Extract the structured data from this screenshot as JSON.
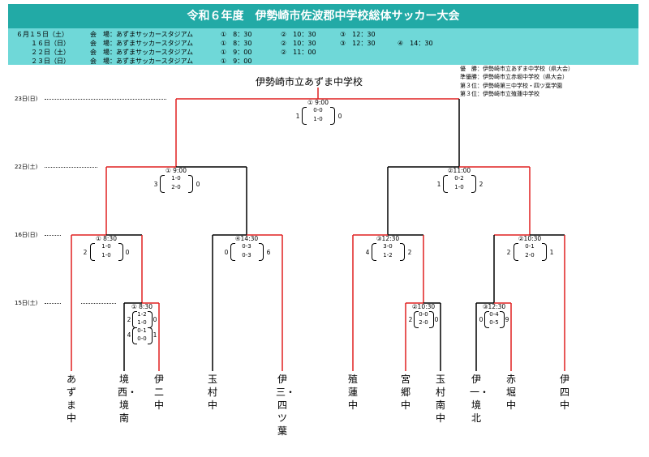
{
  "title": "令和６年度　伊勢崎市佐波郡中学校総体サッカー大会",
  "schedule": [
    {
      "date": "６月１５日（土）",
      "venue": "会　場：あずまサッカースタジアム",
      "times": [
        "①　8：30",
        "②　10：30",
        "③　12：30",
        ""
      ]
    },
    {
      "date": "１６日（日）",
      "venue": "会　場：あずまサッカースタジアム",
      "times": [
        "①　8：30",
        "②　10：30",
        "③　12：30",
        "④　14：30"
      ]
    },
    {
      "date": "２２日（土）",
      "venue": "会　場：あずまサッカースタジアム",
      "times": [
        "①　9：00",
        "②　11：00",
        "",
        ""
      ]
    },
    {
      "date": "２３日（日）",
      "venue": "会　場：あずまサッカースタジアム",
      "times": [
        "①　9：00",
        "",
        "",
        ""
      ]
    }
  ],
  "results": [
    "優　勝：伊勢崎市立あずま中学校（県大会）",
    "準優勝：伊勢崎市立赤堀中学校（県大会）",
    "第３位：伊勢崎第三中学校・四ツ葉学園",
    "第３位：伊勢崎市立殖蓮中学校"
  ],
  "rounds": {
    "r23": "23日(日)",
    "r22": "22日(土)",
    "r16": "16日(日)",
    "r15": "15日(土)"
  },
  "champion": "伊勢崎市立あずま中学校",
  "teams": [
    {
      "name": "あずま中",
      "color": "red"
    },
    {
      "name": "境西・境南",
      "color": "black"
    },
    {
      "name": "伊二中",
      "color": "red"
    },
    {
      "name": "玉村中",
      "color": "black"
    },
    {
      "name": "伊三・四ツ葉",
      "color": "red"
    },
    {
      "name": "殖蓮中",
      "color": "red"
    },
    {
      "name": "宮郷中",
      "color": "red"
    },
    {
      "name": "玉村南中",
      "color": "black"
    },
    {
      "name": "伊一・境北",
      "color": "black"
    },
    {
      "name": "赤堀中",
      "color": "red"
    },
    {
      "name": "伊四中",
      "color": "red"
    }
  ],
  "matches": [
    {
      "id": "final",
      "label": "① 9:00",
      "left_total": "1",
      "right_total": "0",
      "scores": [
        "0-0",
        "1-0"
      ]
    },
    {
      "id": "semi-left",
      "label": "① 9:00",
      "left_total": "3",
      "right_total": "0",
      "scores": [
        "1-0",
        "2-0"
      ]
    },
    {
      "id": "semi-right",
      "label": "②11:00",
      "left_total": "1",
      "right_total": "2",
      "scores": [
        "0-2",
        "1-0"
      ]
    },
    {
      "id": "qf1",
      "label": "① 8:30",
      "left_total": "2",
      "right_total": "0",
      "scores": [
        "1-0",
        "1-0"
      ]
    },
    {
      "id": "qf2",
      "label": "④14:30",
      "left_total": "0",
      "right_total": "6",
      "scores": [
        "0-3",
        "0-3"
      ]
    },
    {
      "id": "qf3",
      "label": "③12:30",
      "left_total": "4",
      "right_total": "2",
      "scores": [
        "3-0",
        "1-2"
      ]
    },
    {
      "id": "qf4",
      "label": "②10:30",
      "left_total": "2",
      "right_total": "1",
      "scores": [
        "0-1",
        "2-0"
      ]
    },
    {
      "id": "r1a",
      "label": "① 8:30",
      "left_total": "2",
      "right_total": "0",
      "scores": [
        "1-2",
        "1-0"
      ],
      "pk_left": "4",
      "pk_right": "1",
      "pk": [
        "0-1",
        "0-0"
      ]
    },
    {
      "id": "r1b",
      "label": "②10:30",
      "left_total": "2",
      "right_total": "0",
      "scores": [
        "0-0",
        "2-0"
      ]
    },
    {
      "id": "r1c",
      "label": "③12:30",
      "left_total": "0",
      "right_total": "9",
      "scores": [
        "0-4",
        "0-5"
      ]
    }
  ]
}
